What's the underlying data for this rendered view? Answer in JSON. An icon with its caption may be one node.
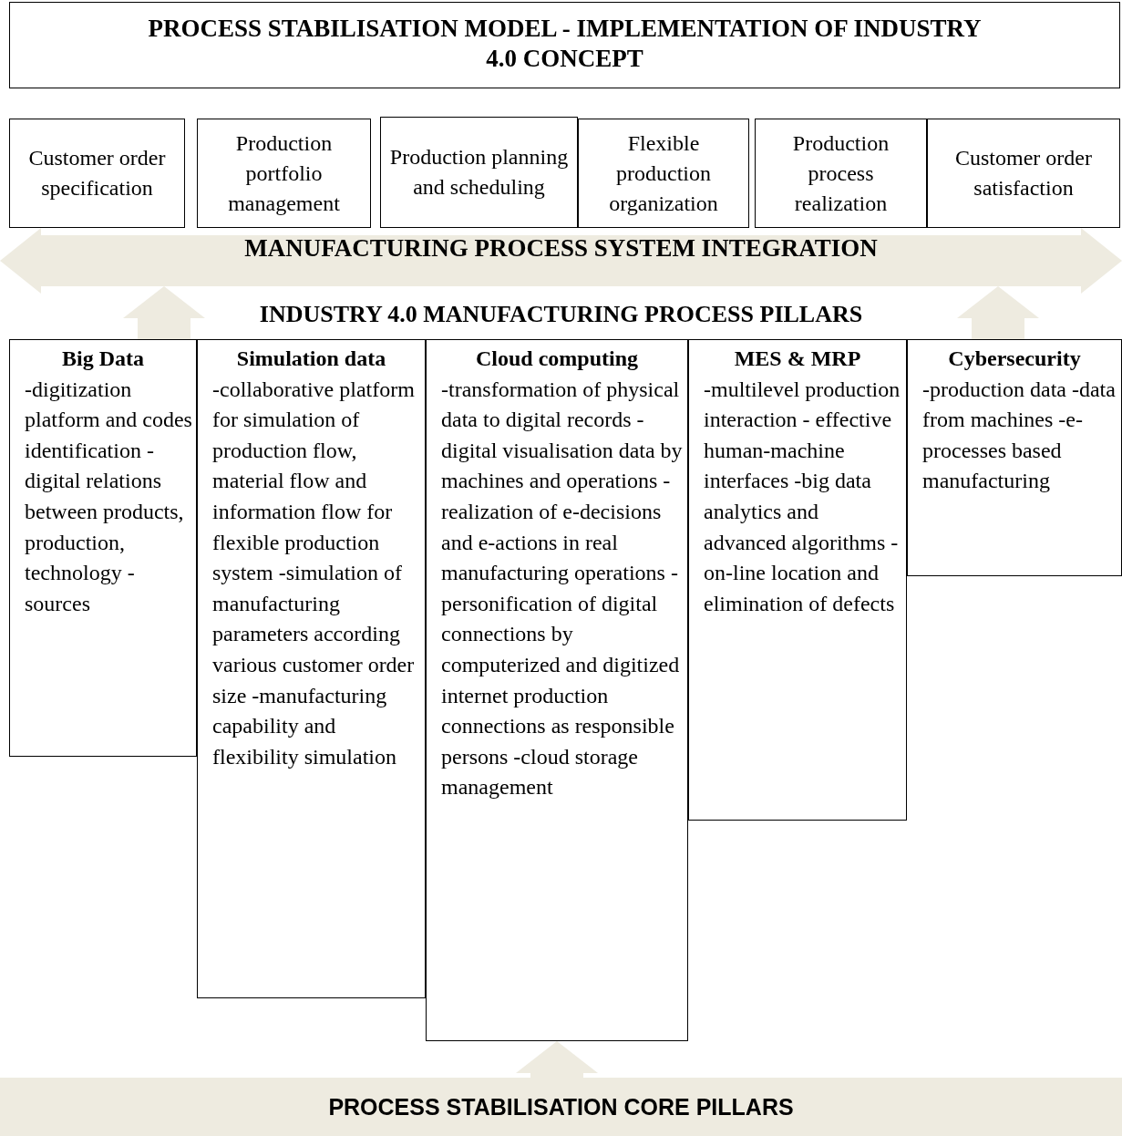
{
  "diagram": {
    "title": "PROCESS STABILISATION MODEL - IMPLEMENTATION OF INDUSTRY 4.0 CONCEPT",
    "nodes": [
      {
        "text": [
          "Customer order specification"
        ]
      },
      {
        "text": [
          "Production portfolio management"
        ]
      },
      {
        "text": [
          "Production planning and scheduling"
        ]
      },
      {
        "text": [
          "Flexible production organization"
        ]
      },
      {
        "text": [
          "Production process realization"
        ]
      },
      {
        "text": [
          "Customer order satisfaction"
        ]
      },
      {
        "text": [
          "MANUFACTURING PROCESS SYSTEM INTEGRATION"
        ]
      },
      {
        "text": [
          "Big Data",
          "-digitization platform and codes identification -digital relations between products, production, technology -sources"
        ]
      },
      {
        "text": [
          "Simulation data",
          "-collaborative platform for simulation of production flow, material flow and information flow for flexible production system -simulation of manufacturing parameters according various customer order size -manufacturing capability and flexibility simulation"
        ]
      },
      {
        "text": [
          "Cloud computing",
          "-transformation of physical data to digital records -digital visualisation data by machines and operations -realization of e-decisions and e-actions in real manufacturing operations -personification of digital connections by computerized and digitized internet production connections as responsible persons -cloud storage management"
        ]
      },
      {
        "text": [
          "MES & MRP",
          "-multilevel production interaction - effective human-machine interfaces -big data analytics and advanced algorithms -on-line location and elimination of defects"
        ]
      },
      {
        "text": [
          "Cybersecurity",
          "-production data -data from machines -e-processes based manufacturing"
        ]
      },
      {
        "text": [
          "PROCESS STABILISATION CORE PILLARS"
        ]
      }
    ],
    "edges": [
      {
        "from": 7,
        "to": 6,
        "arrow": "to"
      },
      {
        "from": 11,
        "to": 6,
        "arrow": "to"
      },
      {
        "from": 12,
        "to": 9,
        "arrow": "to"
      }
    ],
    "labels": [
      "INDUSTRY 4.0 MANUFACTURING PROCESS PILLARS"
    ]
  }
}
